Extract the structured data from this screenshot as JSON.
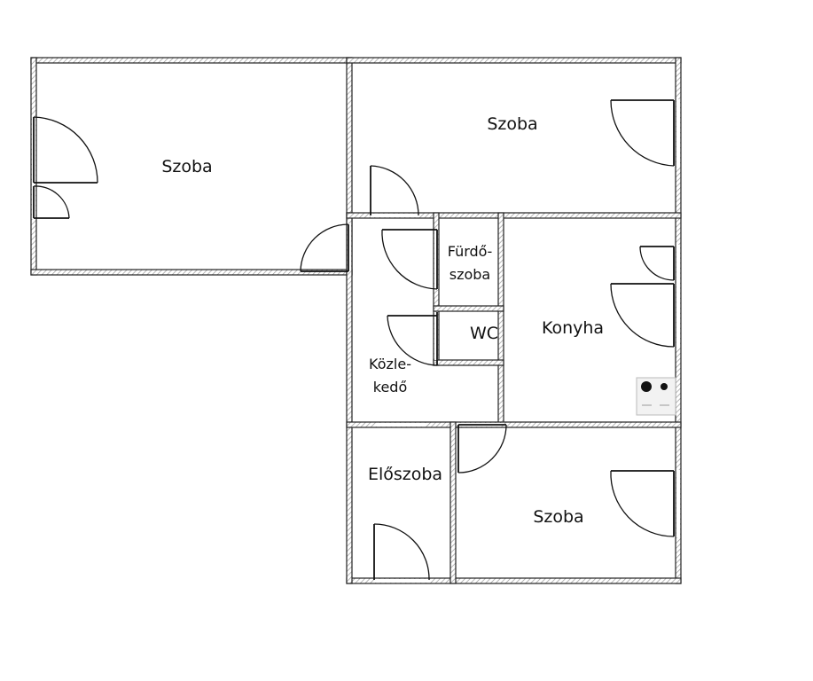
{
  "rooms": {
    "szoba_left": "Szoba",
    "szoba_top_right": "Szoba",
    "furdoszoba_line1": "Fürdő-",
    "furdoszoba_line2": "szoba",
    "wc": "WC",
    "konyha": "Konyha",
    "kozlekedo_line1": "Közle-",
    "kozlekedo_line2": "kedő",
    "eloszoba": "Előszoba",
    "szoba_bottom_right": "Szoba"
  },
  "colors": {
    "wall_stroke": "#222222",
    "wall_hatch": "#999999",
    "background": "#ffffff"
  }
}
